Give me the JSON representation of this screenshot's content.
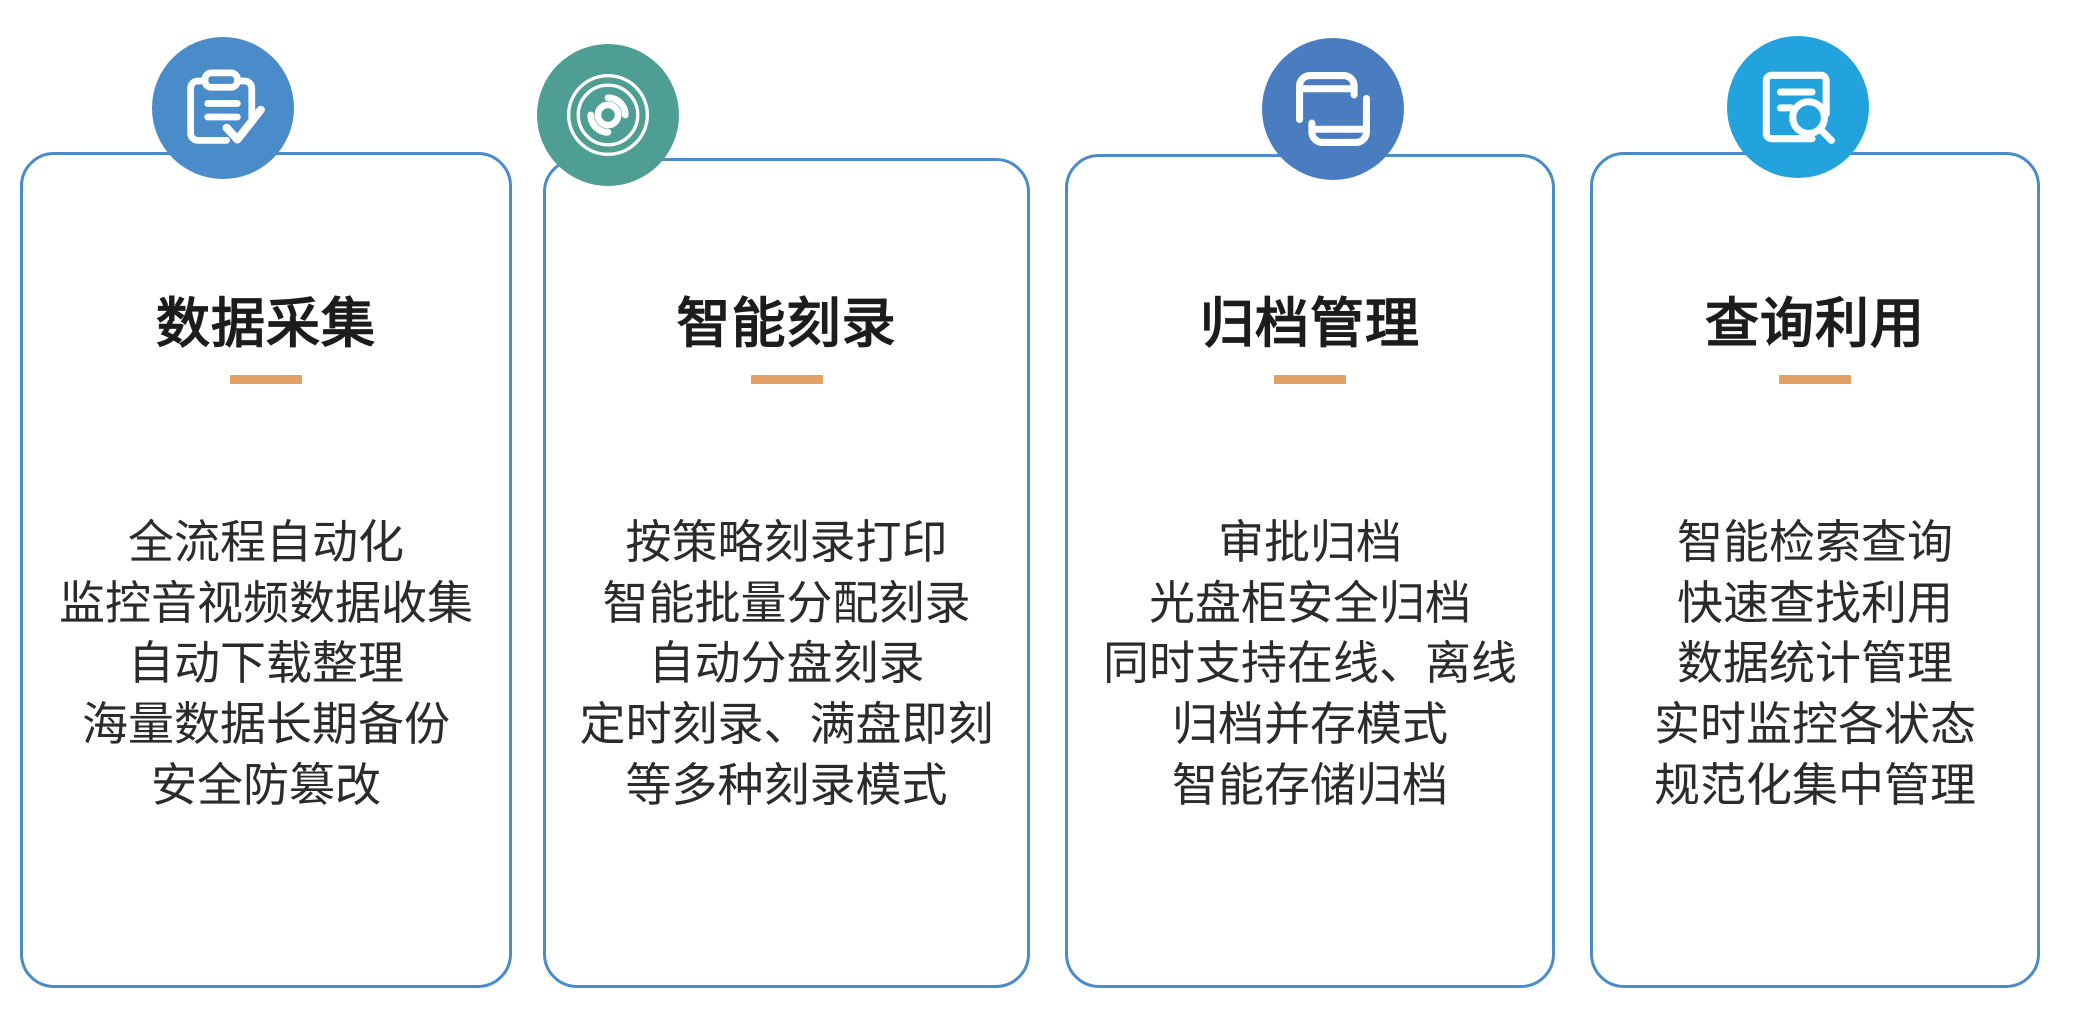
{
  "page": {
    "background_color": "#ffffff",
    "card_border_color": "#4a8bc9",
    "title_color": "#1c1c1c",
    "title_rule_color": "#e2a064",
    "body_color": "#2b2b2b"
  },
  "cards": [
    {
      "id": "data-collection",
      "title": "数据采集",
      "icon_name": "clipboard-check-icon",
      "icon_color": "#4a8bc9",
      "lines": [
        "全流程自动化",
        "监控音视频数据收集",
        "自动下载整理",
        "海量数据长期备份",
        "安全防篡改"
      ]
    },
    {
      "id": "smart-burning",
      "title": "智能刻录",
      "icon_name": "optical-disc-icon",
      "icon_color": "#4f9e93",
      "lines": [
        "按策略刻录打印",
        "智能批量分配刻录",
        "自动分盘刻录",
        "定时刻录、满盘即刻",
        "等多种刻录模式"
      ]
    },
    {
      "id": "archive-management",
      "title": "归档管理",
      "icon_name": "archive-copy-icon",
      "icon_color": "#4a7cc0",
      "lines": [
        "审批归档",
        "光盘柜安全归档",
        "同时支持在线、离线",
        "归档并存模式",
        "智能存储归档"
      ]
    },
    {
      "id": "query-utilization",
      "title": "查询利用",
      "icon_name": "document-search-icon",
      "icon_color": "#22a3dd",
      "lines": [
        "智能检索查询",
        "快速查找利用",
        "数据统计管理",
        "实时监控各状态",
        "规范化集中管理"
      ]
    }
  ]
}
